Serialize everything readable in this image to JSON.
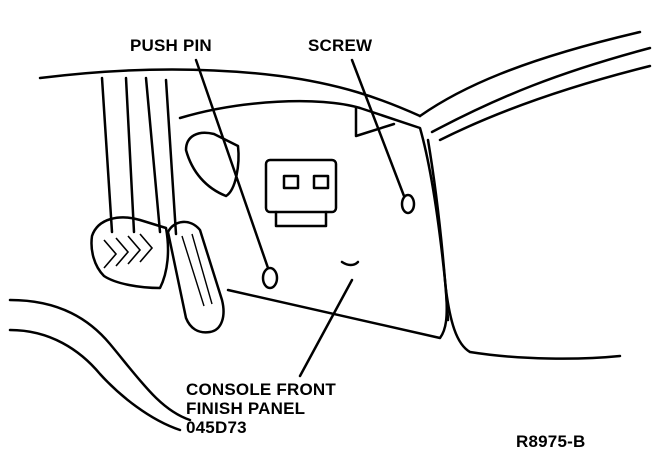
{
  "labels": {
    "push_pin": "PUSH PIN",
    "screw": "SCREW",
    "console_line1": "CONSOLE FRONT",
    "console_line2": "FINISH PANEL",
    "console_line3": "045D73",
    "figure_code": "R8975-B"
  },
  "colors": {
    "ink": "#000000",
    "paper": "#ffffff"
  }
}
